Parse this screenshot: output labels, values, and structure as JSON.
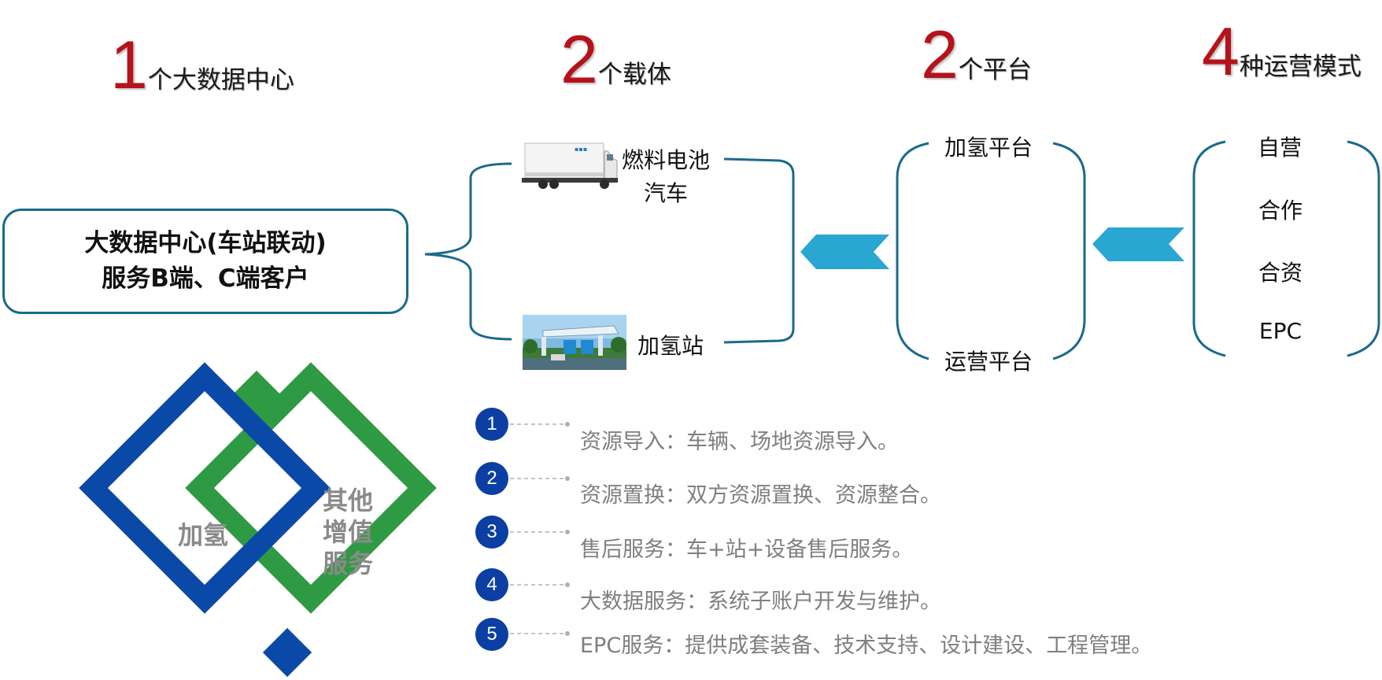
{
  "headings": [
    {
      "num": "1",
      "text": "个大数据中心"
    },
    {
      "num": "2",
      "text": "个载体"
    },
    {
      "num": "2",
      "text": "个平台"
    },
    {
      "num": "4",
      "text": "种运营模式"
    }
  ],
  "data_center": {
    "line1": "大数据中心(车站联动)",
    "line2": "服务B端、C端客户"
  },
  "carriers": {
    "truck_line1": "燃料电池",
    "truck_line2": "汽车",
    "station": "加氢站"
  },
  "platforms": {
    "top": "加氢平台",
    "bottom": "运营平台"
  },
  "modes": [
    "自营",
    "合作",
    "合资",
    "EPC"
  ],
  "diamond": {
    "left": "加氢",
    "right_line1": "其他",
    "right_line2": "增值",
    "right_line3": "服务"
  },
  "services": [
    {
      "num": "1",
      "text": "资源导入：车辆、场地资源导入。"
    },
    {
      "num": "2",
      "text": "资源置换：双方资源置换、资源整合。"
    },
    {
      "num": "3",
      "text": "售后服务：车+站+设备售后服务。"
    },
    {
      "num": "4",
      "text": "大数据服务：系统子账户开发与维护。"
    },
    {
      "num": "5",
      "text": "EPC服务：提供成套装备、技术支持、设计建设、工程管理。"
    }
  ],
  "colors": {
    "accent_red": "#b5121b",
    "bracket_teal": "#1b6a8a",
    "arrow_cyan": "#2aa6d3",
    "circle_blue": "#0b3fa3",
    "diamond_blue": "#0b49a8",
    "diamond_green": "#2f9a44"
  }
}
